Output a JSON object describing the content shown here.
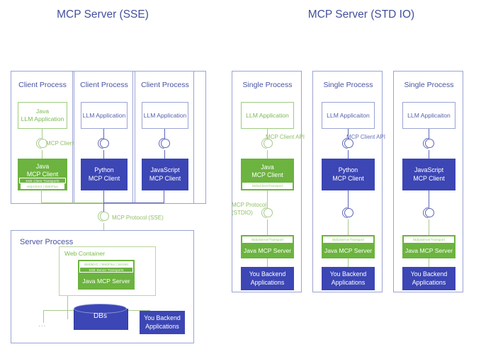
{
  "meta": {
    "colors": {
      "green": "#6cb33f",
      "blue": "#3c46b4",
      "title_indigo": "#434f9e",
      "border_lavender": "#9aa3d4",
      "line_green": "#a8c98c",
      "line_blue": "#5b66b4"
    }
  },
  "diagram": {
    "titles": {
      "left": "MCP Server (SSE)",
      "right": "MCP Server (STD IO)"
    },
    "sse": {
      "client_processes": [
        {
          "label": "Client Process",
          "app": {
            "line1": "Java",
            "line2": "LLM Application",
            "style": "green"
          },
          "api_note": "MCP Client API",
          "client": {
            "line1": "Java",
            "line2": "MCP Client",
            "style": "green"
          },
          "transport_chips": [
            "SSE Client Transports",
            "HttpClient | WebFlux"
          ]
        },
        {
          "label": "Client Process",
          "app": {
            "line1": "",
            "line2": "LLM Application",
            "style": "blue"
          },
          "api_note": "",
          "client": {
            "line1": "Python",
            "line2": "MCP Client",
            "style": "blue"
          },
          "transport_chips": []
        },
        {
          "label": "Client Process",
          "app": {
            "line1": "",
            "line2": "LLM Application",
            "style": "blue"
          },
          "api_note": "",
          "client": {
            "line1": "JavaScript",
            "line2": "MCP Client",
            "style": "blue"
          },
          "transport_chips": []
        }
      ],
      "protocol_note": "MCP Protocol (SSE)",
      "server_process": {
        "label": "Server Process",
        "web_container_label": "Web Container",
        "server_chips": [
          "WebMVC | WebFlux | Servlet",
          "SSE Server Transports"
        ],
        "server_box": "Java MCP Server",
        "db": "DBs",
        "ellipsis": "...",
        "backend": {
          "line1": "You Backend",
          "line2": "Applications"
        }
      }
    },
    "stdio": {
      "single_processes": [
        {
          "label": "Single Process",
          "app": "LLM Application",
          "app_style": "green",
          "api_note": "MCP Client API",
          "client": {
            "line1": "Java",
            "line2": "MCP Client",
            "style": "green"
          },
          "client_transport": "StdioClientTransport",
          "protocol_note_line1": "MCP Protocol",
          "protocol_note_line2": "(STDIO)",
          "server_transport": "StdioServerTransport",
          "server": "Java MCP Server",
          "backend": {
            "line1": "You Backend",
            "line2": "Applications"
          }
        },
        {
          "label": "Single Process",
          "app": "LLM Applicaiton",
          "app_style": "blue",
          "api_note": "MCP Client API",
          "client": {
            "line1": "Python",
            "line2": "MCP Client",
            "style": "blue"
          },
          "client_transport": "",
          "protocol_note_line1": "",
          "protocol_note_line2": "",
          "server_transport": "StdioServerTransport",
          "server": "Java MCP Server",
          "backend": {
            "line1": "You Backend",
            "line2": "Applications"
          }
        },
        {
          "label": "Single Process",
          "app": "LLM Applicaiton",
          "app_style": "blue",
          "api_note": "",
          "client": {
            "line1": "JavaScript",
            "line2": "MCP Client",
            "style": "blue"
          },
          "client_transport": "",
          "protocol_note_line1": "",
          "protocol_note_line2": "",
          "server_transport": "StdioServerTransport",
          "server": "Java MCP Server",
          "backend": {
            "line1": "You Backend",
            "line2": "Applications"
          }
        }
      ]
    }
  }
}
